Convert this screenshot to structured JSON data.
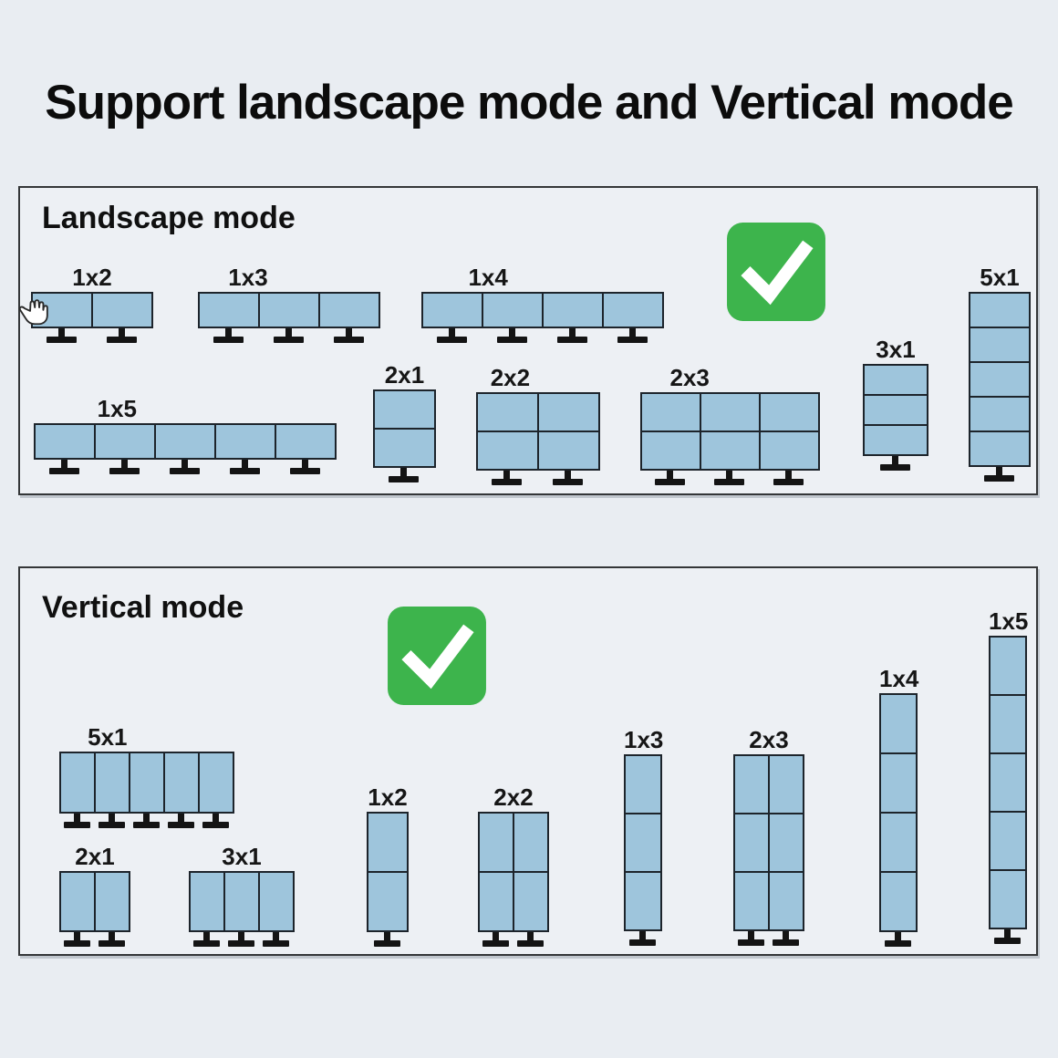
{
  "title": "Support landscape mode and Vertical mode",
  "colors": {
    "background": "#e9edf2",
    "panel_border": "#343638",
    "monitor_fill": "#9ec5dc",
    "monitor_border": "#1d242b",
    "stand_black": "#141414",
    "check_green": "#3db44c",
    "check_mark": "#ffffff"
  },
  "icons": {
    "landscape_check": "check-icon",
    "vertical_check": "check-icon",
    "cursor": "hand-grab-cursor-icon"
  },
  "panels": {
    "landscape": {
      "heading": "Landscape mode",
      "configs": [
        {
          "label": "1x2",
          "rows": 1,
          "cols": 2
        },
        {
          "label": "1x3",
          "rows": 1,
          "cols": 3
        },
        {
          "label": "1x4",
          "rows": 1,
          "cols": 4
        },
        {
          "label": "1x5",
          "rows": 1,
          "cols": 5
        },
        {
          "label": "2x1",
          "rows": 2,
          "cols": 1
        },
        {
          "label": "2x2",
          "rows": 2,
          "cols": 2
        },
        {
          "label": "2x3",
          "rows": 2,
          "cols": 3
        },
        {
          "label": "3x1",
          "rows": 3,
          "cols": 1
        },
        {
          "label": "5x1",
          "rows": 5,
          "cols": 1
        }
      ]
    },
    "vertical": {
      "heading": "Vertical mode",
      "configs": [
        {
          "label": "5x1",
          "rows": 1,
          "cols": 5
        },
        {
          "label": "2x1",
          "rows": 1,
          "cols": 2
        },
        {
          "label": "3x1",
          "rows": 1,
          "cols": 3
        },
        {
          "label": "1x2",
          "rows": 2,
          "cols": 1
        },
        {
          "label": "2x2",
          "rows": 2,
          "cols": 2
        },
        {
          "label": "1x3",
          "rows": 3,
          "cols": 1
        },
        {
          "label": "2x3",
          "rows": 3,
          "cols": 2
        },
        {
          "label": "1x4",
          "rows": 4,
          "cols": 1
        },
        {
          "label": "1x5",
          "rows": 5,
          "cols": 1
        }
      ]
    }
  }
}
